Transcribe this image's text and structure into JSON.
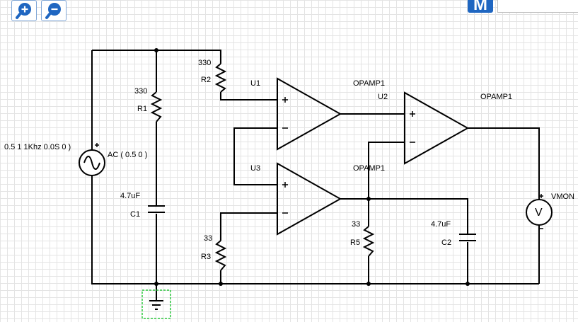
{
  "toolbar": {
    "zoom_in_icon": "zoom-in-icon",
    "zoom_out_icon": "zoom-out-icon",
    "logo_letter": "M"
  },
  "components": {
    "r2": {
      "value": "330",
      "ref": "R2"
    },
    "r1": {
      "value": "330",
      "ref": "R1"
    },
    "u1": {
      "ref": "U1",
      "model": "OPAMP1"
    },
    "u2": {
      "ref": "U2",
      "model": "OPAMP1"
    },
    "u3": {
      "ref": "U3",
      "model": "OPAMP1"
    },
    "source": {
      "spec": "0.5 1 1Khz 0.0S 0 )",
      "ac": "AC ( 0.5 0 )"
    },
    "c1": {
      "value": "4.7uF",
      "ref": "C1"
    },
    "r3": {
      "value": "33",
      "ref": "R3"
    },
    "r5": {
      "value": "33",
      "ref": "R5"
    },
    "c2": {
      "value": "4.7uF",
      "ref": "C2"
    },
    "vmon": {
      "ref": "VMON",
      "symbol": "V"
    }
  },
  "colors": {
    "wire": "#000000",
    "ground_selection": "#2ecc40",
    "logo": "#1f66c1"
  }
}
